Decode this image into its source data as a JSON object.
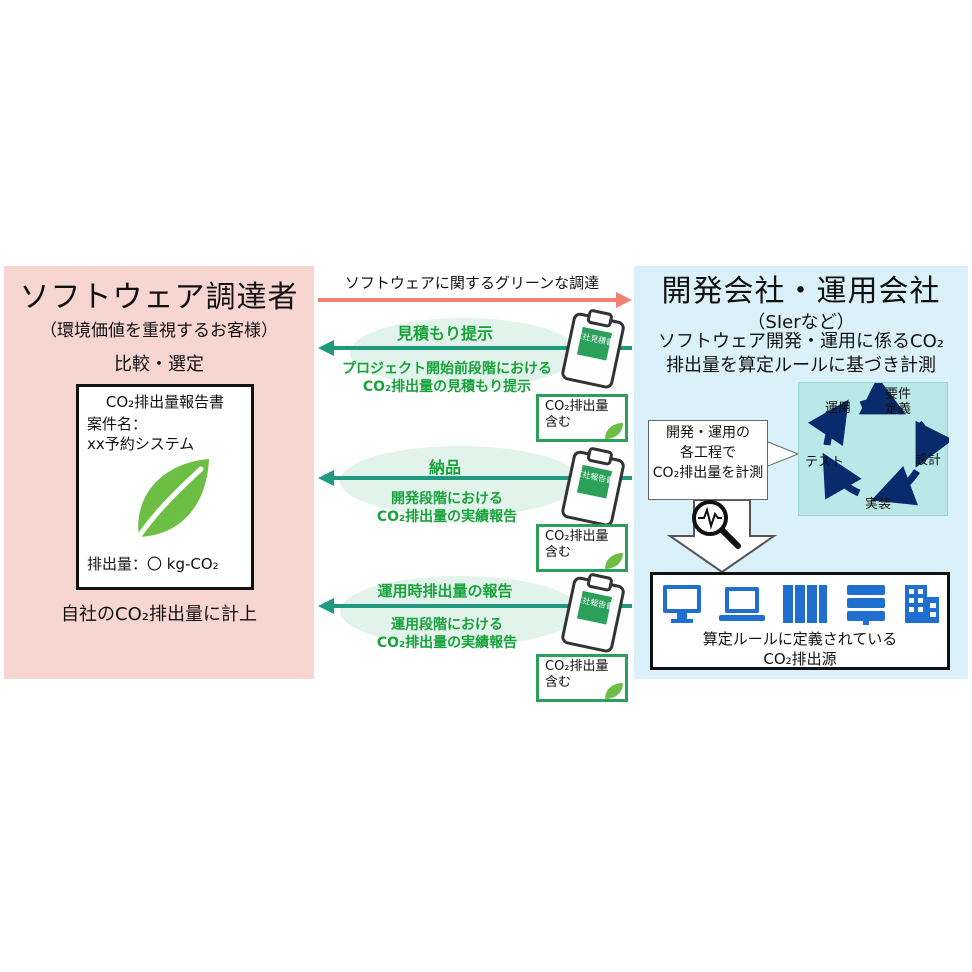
{
  "left_panel": {
    "title": "ソフトウェア調達者",
    "subtitle": "（環境価値を重視するお客様）",
    "compare_label": "比較・選定",
    "report": {
      "title": "CO₂排出量報告書",
      "case_label": "案件名：",
      "case_name": "xx予約システム",
      "emission": "排出量：〇 kg-CO₂"
    },
    "self_accounting": "自社のCO₂排出量に計上"
  },
  "top_arrow_label": "ソフトウェアに関するグリーンな調達",
  "flows": [
    {
      "title": "見積もり提示",
      "detail_line1": "プロジェクト開始前段階における",
      "detail_line2": "CO₂排出量の見積もり提示",
      "clipboard_label": "C社見積書",
      "doc_line1": "CO₂排出量",
      "doc_line2": "含む"
    },
    {
      "title": "納品",
      "detail_line1": "開発段階における",
      "detail_line2": "CO₂排出量の実績報告",
      "clipboard_label": "C社報告書",
      "doc_line1": "CO₂排出量",
      "doc_line2": "含む"
    },
    {
      "title": "運用時排出量の報告",
      "detail_line1": "運用段階における",
      "detail_line2": "CO₂排出量の実績報告",
      "clipboard_label": "C社報告書",
      "doc_line1": "CO₂排出量",
      "doc_line2": "含む"
    }
  ],
  "right_panel": {
    "title": "開発会社・運用会社",
    "subtitle": "（SIerなど）",
    "desc_line1": "ソフトウェア開発・運用に係るCO₂",
    "desc_line2": "排出量を算定ルールに基づき計測",
    "measure_line1": "開発・運用の",
    "measure_line2": "各工程で",
    "measure_line3": "CO₂排出量を計測",
    "cycle": {
      "req1": "要件",
      "req2": "定義",
      "design": "設計",
      "impl": "実装",
      "test": "テスト",
      "ops": "運用"
    },
    "sources_line1": "算定ルールに定義されている",
    "sources_line2": "CO₂排出源"
  },
  "colors": {
    "left_bg": "#f7d5d0",
    "right_bg": "#daf1fa",
    "top_arrow": "#f08070",
    "flow_arrow": "#1f9a80",
    "green_text": "#17a23a",
    "leaf": "#6cbf44",
    "navy": "#0a2a6e",
    "device_blue": "#1f6fd1"
  }
}
